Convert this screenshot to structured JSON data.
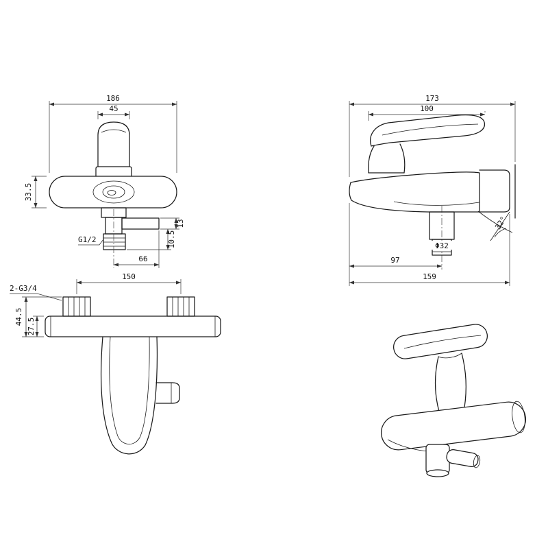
{
  "views": {
    "front_top": {
      "dims": {
        "overall_width": "186",
        "handle_width": "45",
        "body_height": "33.5",
        "spout_stub_height": "13",
        "stub_drop": "10.5",
        "spout_offset": "66",
        "thread": "G1/2"
      }
    },
    "side_top": {
      "dims": {
        "overall_depth": "173",
        "handle_length": "100",
        "outlet_offset": "97",
        "overall_projection": "159",
        "spout_angle": "32°",
        "outlet_diameter": "Φ32"
      }
    },
    "front_bottom": {
      "dims": {
        "connection_centers": "150",
        "connections_thread": "2-G3/4",
        "total_height": "44.5",
        "body_height": "27.5"
      }
    }
  }
}
